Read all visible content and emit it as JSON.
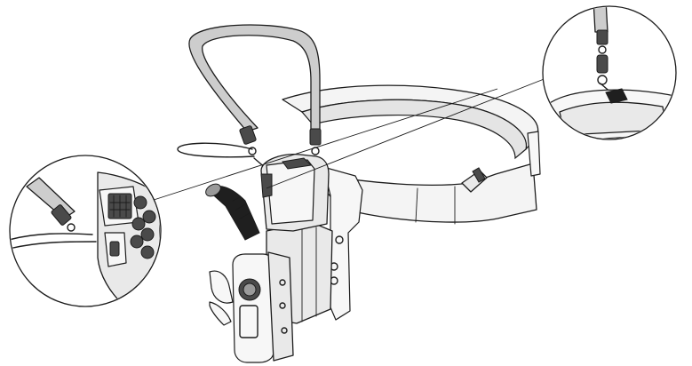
{
  "figure": {
    "components": [
      "shoulder-strap",
      "waist-belt",
      "holster",
      "handheld-device",
      "handle",
      "tether-lanyard",
      "detail-callout-left",
      "detail-callout-right"
    ]
  }
}
